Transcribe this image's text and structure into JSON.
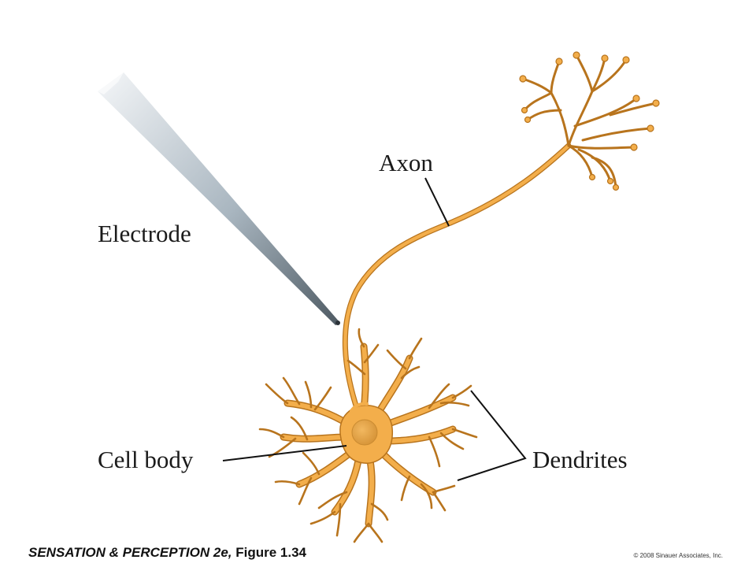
{
  "labels": {
    "axon": "Axon",
    "electrode": "Electrode",
    "cell_body": "Cell body",
    "dendrites": "Dendrites"
  },
  "footer": {
    "book_title": "SENSATION & PERCEPTION 2e,",
    "figure_ref": "Figure 1.34",
    "copyright": "© 2008 Sinauer Associates, Inc."
  },
  "colors": {
    "neuron": "#f3ae4b",
    "neuron_outline": "#b8741d",
    "soma_center": "#d89a3a",
    "electrode_light": "#e8ecef",
    "electrode_dark": "#6e7c87",
    "leader_line": "#111111"
  }
}
